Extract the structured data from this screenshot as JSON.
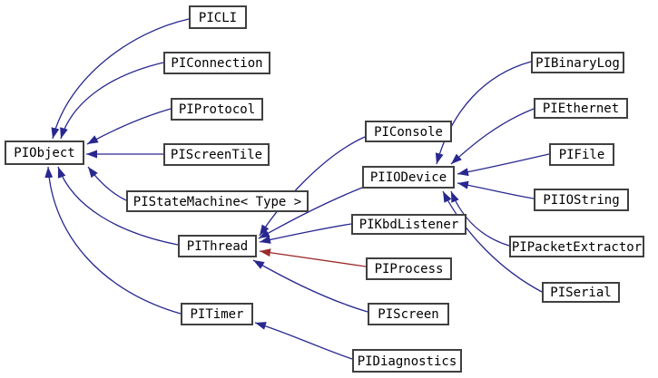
{
  "diagram": {
    "type": "class-inheritance-graph",
    "nodes": [
      {
        "id": "piobject",
        "label": "PIObject"
      },
      {
        "id": "picli",
        "label": "PICLI"
      },
      {
        "id": "piconnection",
        "label": "PIConnection"
      },
      {
        "id": "piprotocol",
        "label": "PIProtocol"
      },
      {
        "id": "piscreentile",
        "label": "PIScreenTile"
      },
      {
        "id": "pistatemachine",
        "label": "PIStateMachine< Type >"
      },
      {
        "id": "pithread",
        "label": "PIThread"
      },
      {
        "id": "pitimer",
        "label": "PITimer"
      },
      {
        "id": "piconsole",
        "label": "PIConsole"
      },
      {
        "id": "piiodevice",
        "label": "PIIODevice"
      },
      {
        "id": "pikbdlistener",
        "label": "PIKbdListener"
      },
      {
        "id": "piprocess",
        "label": "PIProcess"
      },
      {
        "id": "piscreen",
        "label": "PIScreen"
      },
      {
        "id": "pidiagnostics",
        "label": "PIDiagnostics"
      },
      {
        "id": "pibinarylog",
        "label": "PIBinaryLog"
      },
      {
        "id": "piethernet",
        "label": "PIEthernet"
      },
      {
        "id": "pifile",
        "label": "PIFile"
      },
      {
        "id": "piiostring",
        "label": "PIIOString"
      },
      {
        "id": "pipacketextractor",
        "label": "PIPacketExtractor"
      },
      {
        "id": "piserial",
        "label": "PISerial"
      }
    ],
    "edges": [
      {
        "from": "PICLI",
        "to": "PIObject",
        "type": "public"
      },
      {
        "from": "PIConnection",
        "to": "PIObject",
        "type": "public"
      },
      {
        "from": "PIProtocol",
        "to": "PIObject",
        "type": "public"
      },
      {
        "from": "PIScreenTile",
        "to": "PIObject",
        "type": "public"
      },
      {
        "from": "PIStateMachine< Type >",
        "to": "PIObject",
        "type": "public"
      },
      {
        "from": "PIThread",
        "to": "PIObject",
        "type": "public"
      },
      {
        "from": "PITimer",
        "to": "PIObject",
        "type": "public"
      },
      {
        "from": "PIConsole",
        "to": "PIThread",
        "type": "public"
      },
      {
        "from": "PIIODevice",
        "to": "PIThread",
        "type": "public"
      },
      {
        "from": "PIKbdListener",
        "to": "PIThread",
        "type": "public"
      },
      {
        "from": "PIProcess",
        "to": "PIThread",
        "type": "private"
      },
      {
        "from": "PIScreen",
        "to": "PIThread",
        "type": "public"
      },
      {
        "from": "PIBinaryLog",
        "to": "PIIODevice",
        "type": "public"
      },
      {
        "from": "PIEthernet",
        "to": "PIIODevice",
        "type": "public"
      },
      {
        "from": "PIFile",
        "to": "PIIODevice",
        "type": "public"
      },
      {
        "from": "PIIOString",
        "to": "PIIODevice",
        "type": "public"
      },
      {
        "from": "PIPacketExtractor",
        "to": "PIIODevice",
        "type": "public"
      },
      {
        "from": "PISerial",
        "to": "PIIODevice",
        "type": "public"
      },
      {
        "from": "PIDiagnostics",
        "to": "PITimer",
        "type": "public"
      }
    ],
    "colors": {
      "public_edge": "#28288f",
      "private_edge": "#9c2a2a",
      "node_border": "#404040",
      "node_background": "#ffffff",
      "text": "#000000",
      "background": "#ffffff"
    }
  }
}
